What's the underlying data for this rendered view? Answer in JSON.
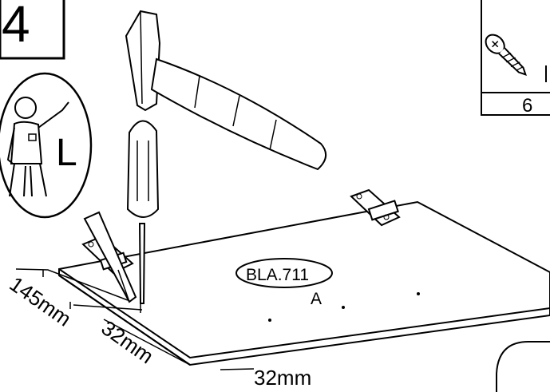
{
  "step": {
    "number": "4"
  },
  "parts_box": {
    "quantity": "6"
  },
  "label": {
    "code": "BLA.711",
    "letter": "A"
  },
  "person": {
    "hint_letter": "L"
  },
  "dimensions": {
    "d1": "145mm",
    "d2": "32mm",
    "d3": "32mm"
  },
  "icons": [
    "step-number-icon",
    "screw-icon",
    "hammer-icon",
    "screwdriver-icon",
    "pencil-icon",
    "hinge-icon",
    "person-icon",
    "cabinet-panel-icon"
  ],
  "colors": {
    "line": "#000000",
    "background": "#ffffff"
  }
}
